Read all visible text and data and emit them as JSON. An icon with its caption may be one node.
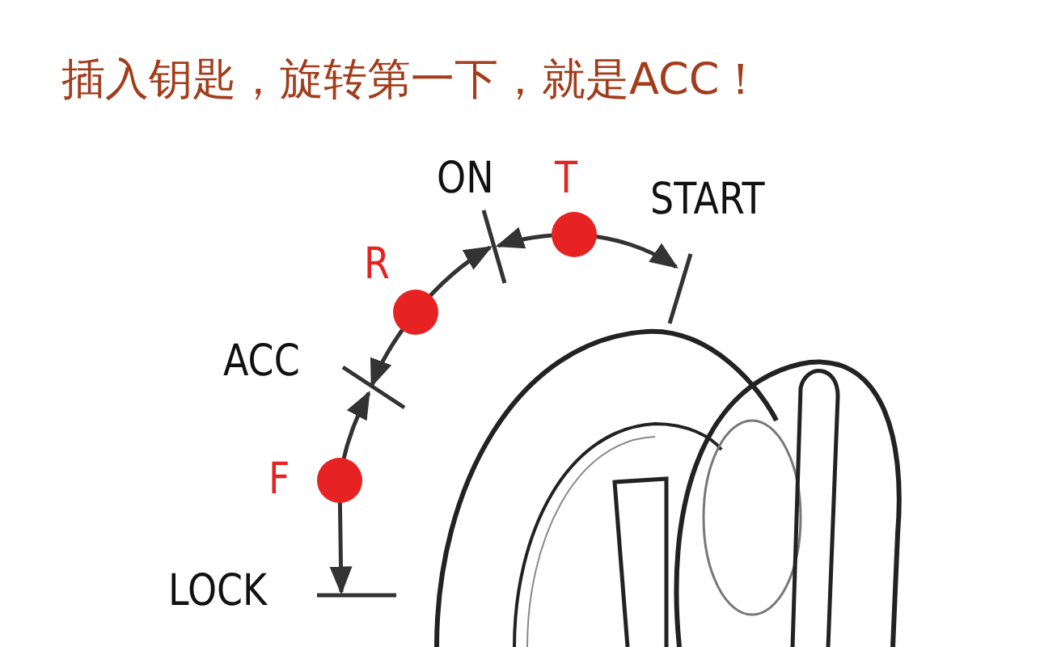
{
  "diagram": {
    "title": "插入钥匙，旋转第一下，就是ACC！",
    "labels": [
      "ON",
      "T",
      "START",
      "R",
      "ACC",
      "F",
      "LOCK"
    ]
  }
}
